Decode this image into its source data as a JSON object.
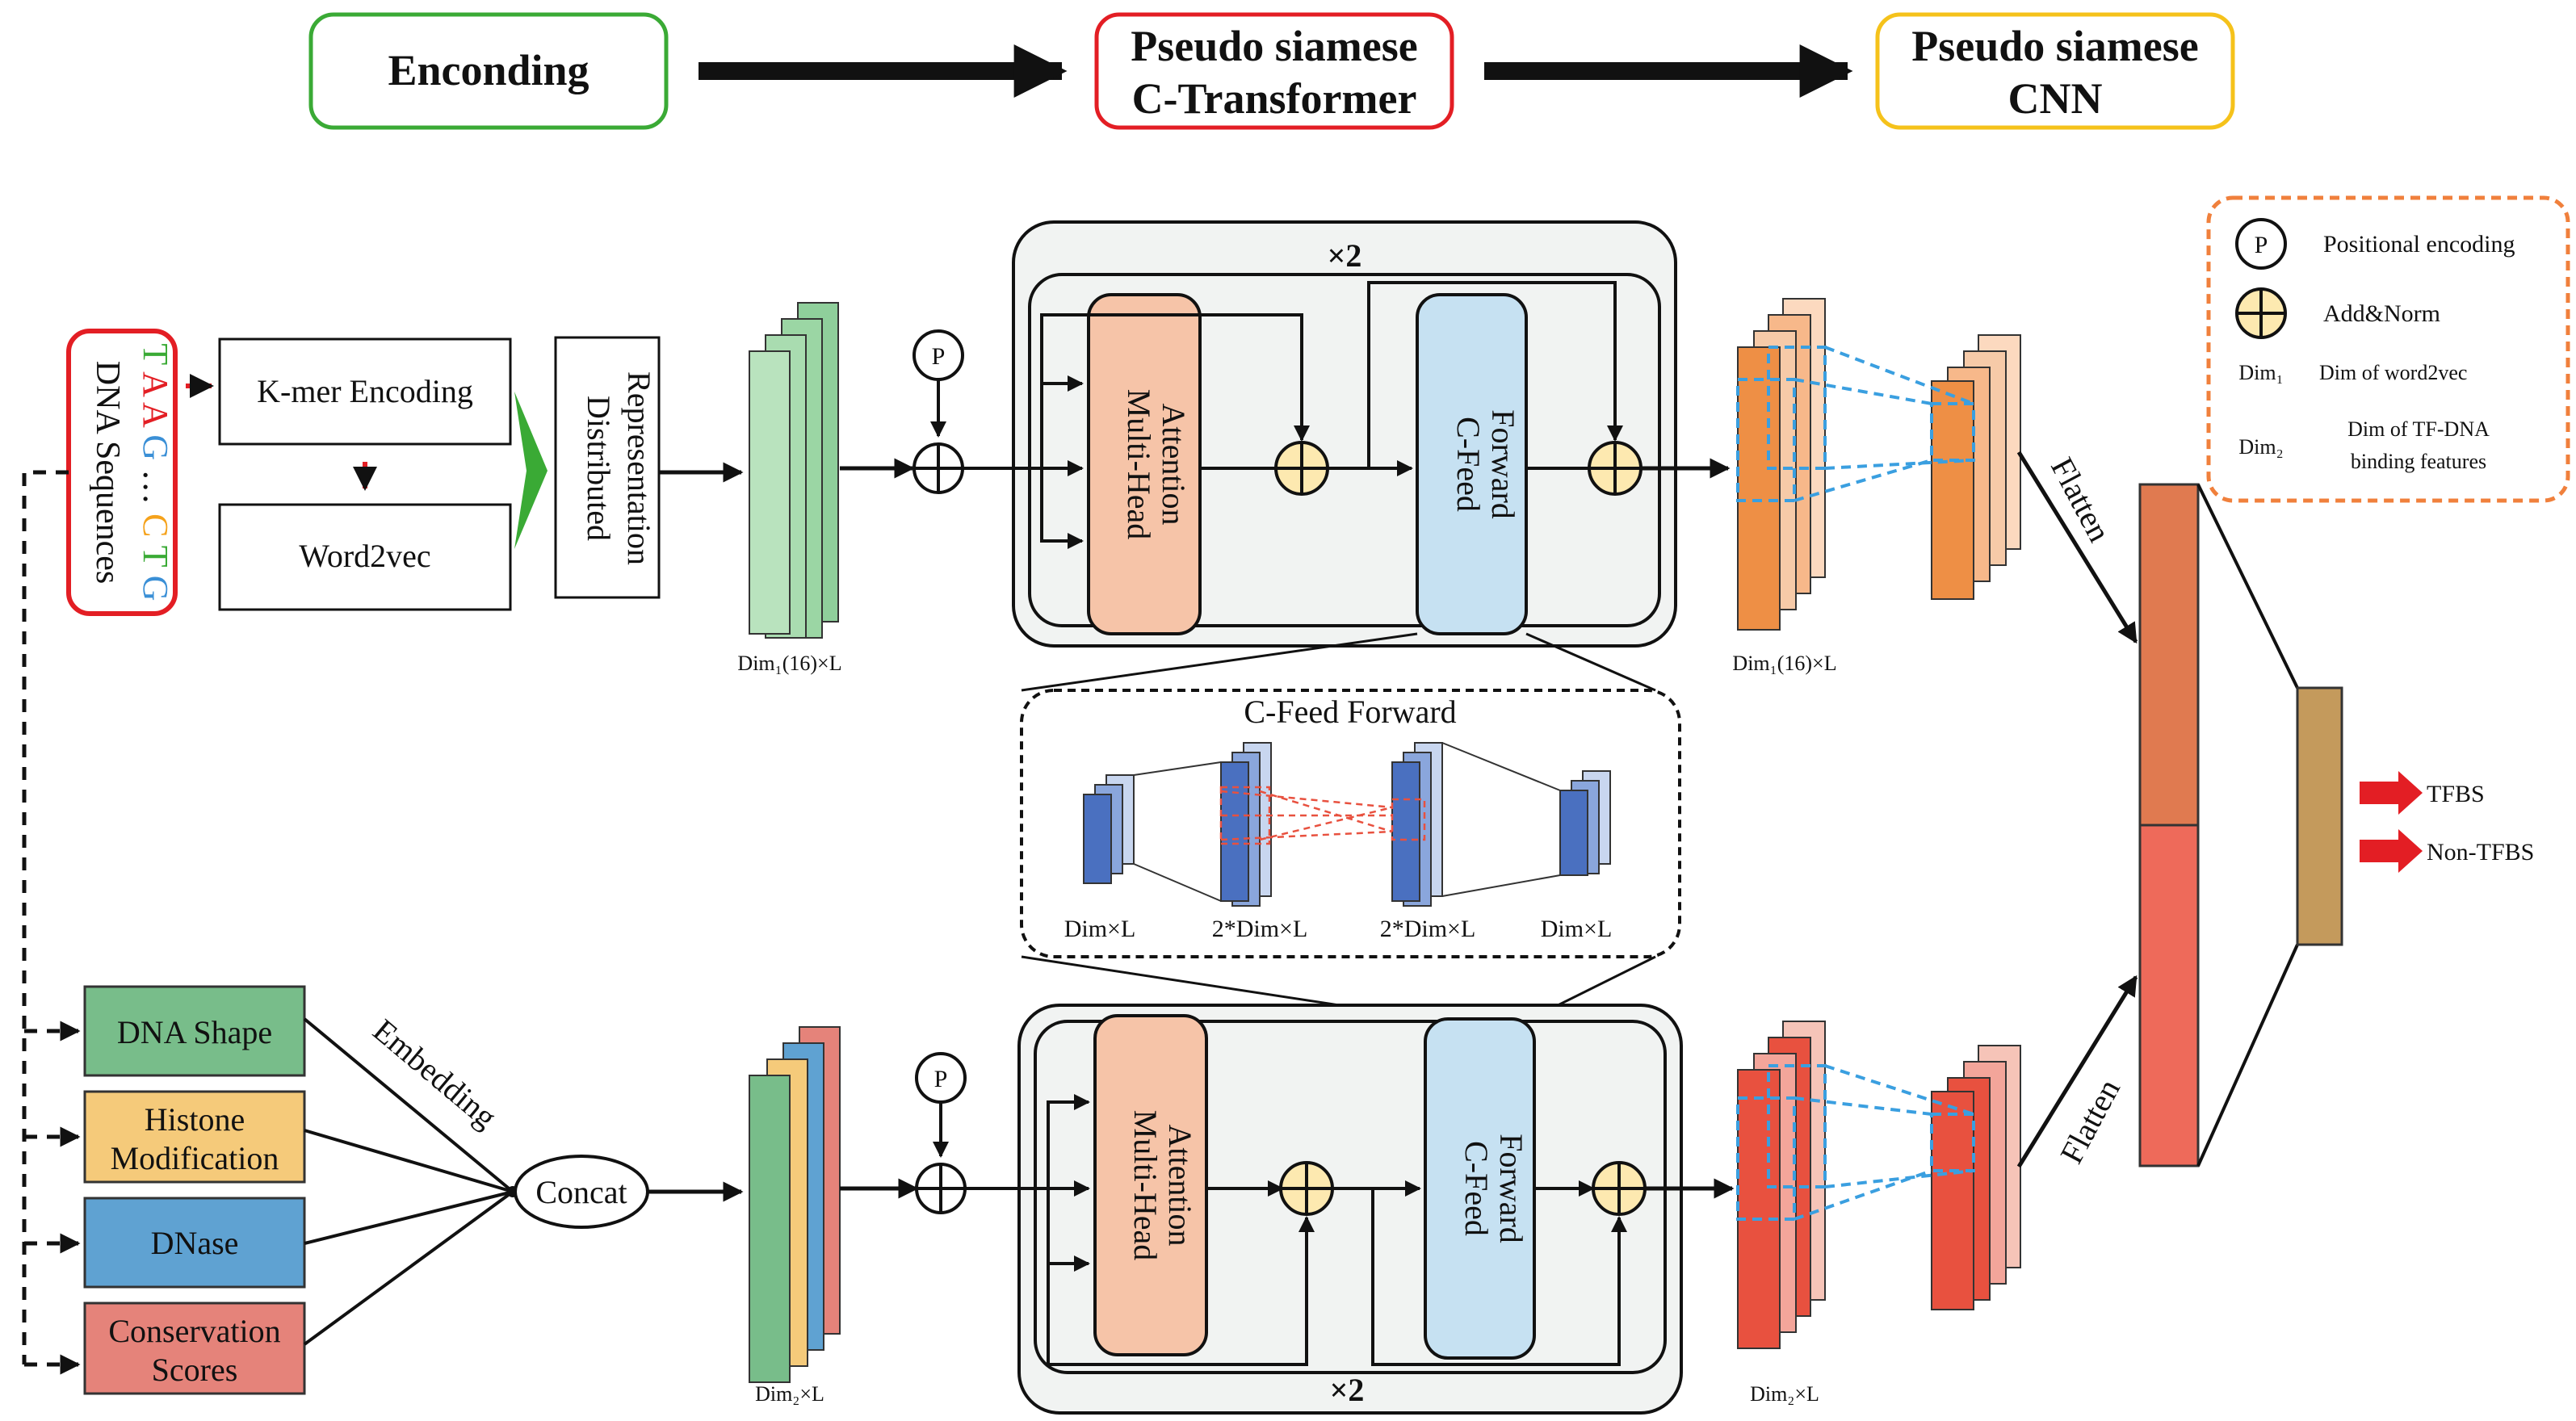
{
  "pipeline": {
    "stage1": "Enconding",
    "stage2_line1": "Pseudo siamese",
    "stage2_line2": "C-Transformer",
    "stage3_line1": "Pseudo siamese",
    "stage3_line2": "CNN"
  },
  "input": {
    "dna_sequences": "DNA Sequences",
    "seq_bases": [
      "T",
      "A",
      "A",
      "G",
      "…",
      "C",
      "T",
      "G"
    ],
    "kmer": "K-mer Encoding",
    "word2vec": "Word2vec",
    "distributed_line1": "Distributed",
    "distributed_line2": "Representation"
  },
  "features": {
    "dna_shape": "DNA Shape",
    "histone_line1": "Histone",
    "histone_line2": "Modification",
    "dnase": "DNase",
    "conservation_line1": "Conservation",
    "conservation_line2": "Scores",
    "embedding": "Embedding",
    "concat": "Concat"
  },
  "transformer": {
    "repeat": "×2",
    "mha_line1": "Multi-Head",
    "mha_line2": "Attention",
    "cff_line1": "C-Feed",
    "cff_line2": "Forward",
    "p": "P"
  },
  "cff_detail": {
    "title": "C-Feed Forward",
    "labels": [
      "Dim×L",
      "2*Dim×L",
      "2*Dim×L",
      "Dim×L"
    ]
  },
  "dims": {
    "top_in": "Dim₁(16)×L",
    "top_out": "Dim₁(16)×L",
    "bottom_in": "Dim₂×L",
    "bottom_out": "Dim₂×L"
  },
  "cnn": {
    "flatten": "Flatten"
  },
  "outputs": {
    "tfbs": "TFBS",
    "non_tfbs": "Non-TFBS"
  },
  "legend": {
    "p": "P",
    "positional": "Positional encoding",
    "addnorm": "Add&Norm",
    "dim1": "Dim₁",
    "dim1_desc": "Dim of  word2vec",
    "dim2": "Dim₂",
    "dim2_desc_line1": "Dim of  TF-DNA",
    "dim2_desc_line2": "binding features"
  },
  "colors": {
    "green_box": "#3aaa35",
    "red_box": "#e31e24",
    "yellow_box": "#f5c21b",
    "legend_border": "#f0803c",
    "mha_fill": "#f6c4a8",
    "cff_fill": "#c6e1f2",
    "addnorm_fill": "#fde9b0",
    "block_fill": "#f1f3f2",
    "feat_green": "#78bd8a",
    "feat_orange": "#f5ca7a",
    "feat_blue": "#5fa2d2",
    "feat_red": "#e5837a",
    "map_orange": "#ee8f45",
    "map_red": "#e8513f",
    "cnn_dash": "#3a9fe0",
    "cff_blue": "#4a70c0",
    "out_top": "#e07a50",
    "out_bottom": "#ee6a5a",
    "out_mid": "#c49a5c",
    "arrow_red": "#e31e24"
  }
}
